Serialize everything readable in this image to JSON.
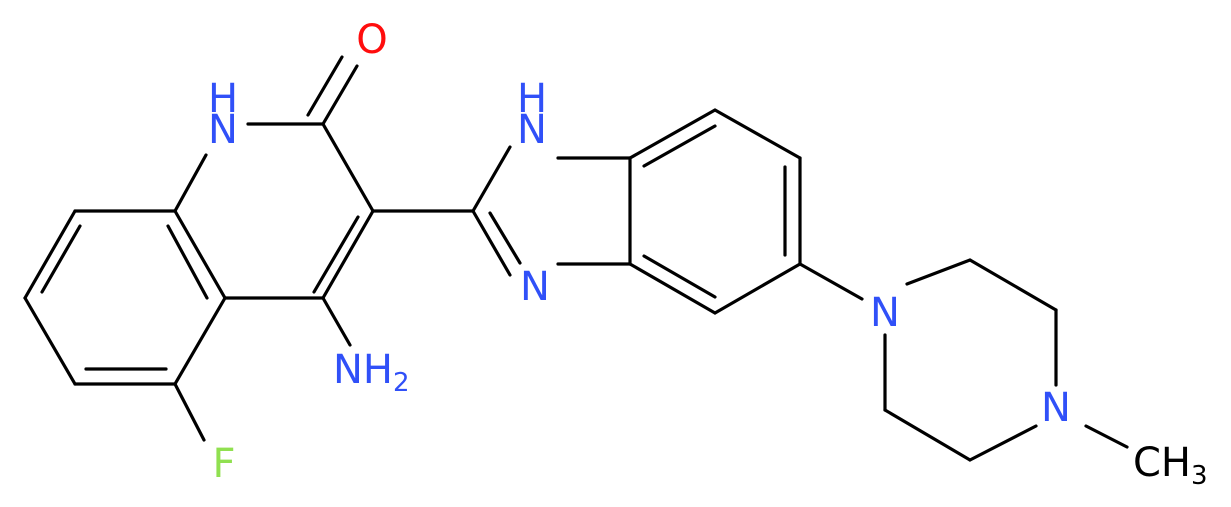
{
  "molecule": {
    "colors": {
      "bond": "#000000",
      "nitrogen": "#3050f8",
      "oxygen": "#ff0d0d",
      "fluorine": "#90e050"
    },
    "atoms": {
      "n_quinolinone": {
        "text": "N",
        "suffix": "H",
        "element": "N"
      },
      "o_carbonyl": {
        "text": "O",
        "element": "O"
      },
      "n_benzimidazole_h": {
        "text": "N",
        "suffix": "H",
        "element": "N"
      },
      "n_benzimidazole": {
        "text": "N",
        "element": "N"
      },
      "n_amino": {
        "text": "NH",
        "sub": "2",
        "element": "N"
      },
      "f": {
        "text": "F",
        "element": "F"
      },
      "n_piperazine_1": {
        "text": "N",
        "element": "N"
      },
      "n_piperazine_4": {
        "text": "N",
        "element": "N"
      },
      "methyl": {
        "text": "CH",
        "sub": "3",
        "element": "C"
      }
    }
  }
}
